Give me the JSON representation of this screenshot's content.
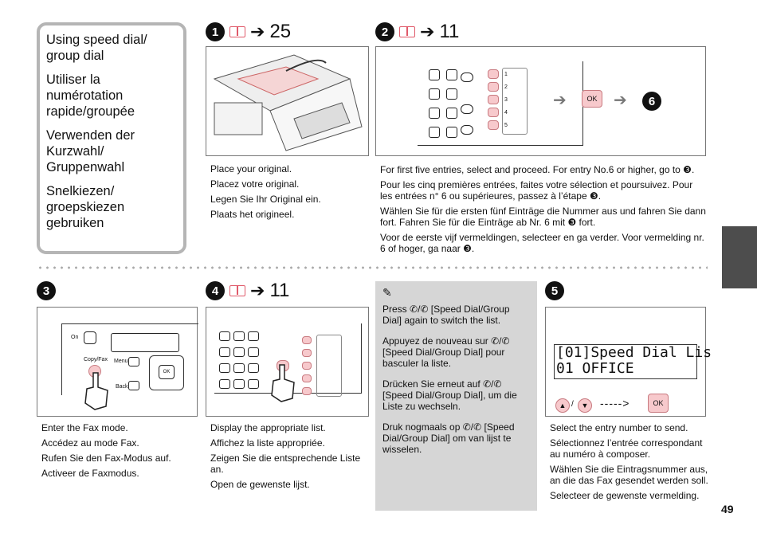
{
  "title": {
    "en": "Using speed dial/ group dial",
    "fr": "Utiliser la numérotation rapide/groupée",
    "de": "Verwenden der Kurzwahl/ Gruppenwahl",
    "nl": "Snelkiezen/ groepskiezen gebruiken"
  },
  "steps": {
    "s1": {
      "badge": "1",
      "page": "25",
      "texts": [
        "Place your original.",
        "Placez votre original.",
        "Legen Sie Ihr Original ein.",
        "Plaats het origineel."
      ]
    },
    "s2": {
      "badge": "2",
      "page": "11",
      "ok": "OK",
      "next_badge": "6",
      "slots": [
        "1",
        "2",
        "3",
        "4",
        "5"
      ],
      "texts": [
        "For first five entries, select and proceed. For entry No.6 or higher, go to ❸.",
        "Pour les cinq premières entrées, faites votre sélection et poursuivez. Pour les entrées n° 6 ou supérieures, passez à l’étape ❸.",
        "Wählen Sie für die ersten fünf Einträge die Nummer aus und fahren Sie dann fort. Fahren Sie für die Einträge ab Nr. 6 mit ❸ fort.",
        "Voor de eerste vijf vermeldingen, selecteer en ga verder. Voor vermelding nr. 6 of hoger, ga naar ❸."
      ]
    },
    "s3": {
      "badge": "3",
      "on": "On",
      "copyfax": "Copy/Fax",
      "menu": "Menu",
      "back": "Back",
      "ok": "OK",
      "texts": [
        "Enter the Fax mode.",
        "Accédez au mode Fax.",
        "Rufen Sie den Fax-Modus auf.",
        "Activeer de Faxmodus."
      ]
    },
    "s4": {
      "badge": "4",
      "page": "11",
      "texts": [
        "Display the appropriate list.",
        "Affichez la liste appropriée.",
        "Zeigen Sie die entsprechende Liste an.",
        "Open de gewenste lijst."
      ]
    },
    "s5": {
      "badge": "5",
      "lcd_line1": "[01]Speed Dial Lis",
      "lcd_line2": "01 OFFICE",
      "ok": "OK",
      "texts": [
        "Select the entry number to send.",
        "Sélectionnez l’entrée correspondant au numéro à composer.",
        "Wählen Sie die Eintragsnummer aus, an die das Fax gesendet werden soll.",
        "Selecteer de gewenste vermelding."
      ]
    }
  },
  "note": {
    "texts": [
      "Press ✆/✆ [Speed Dial/Group Dial] again to switch the list.",
      "Appuyez de nouveau sur ✆/✆ [Speed Dial/Group Dial] pour basculer la liste.",
      "Drücken Sie erneut auf ✆/✆ [Speed Dial/Group Dial], um die Liste zu wechseln.",
      "Druk nogmaals op ✆/✆ [Speed Dial/Group Dial] om van lijst te wisselen."
    ]
  },
  "page_number": "49",
  "colors": {
    "accent": "#e05a6a",
    "pink_button": "#f7c9cc",
    "note_bg": "#d6d6d6",
    "tab": "#4d4d4d"
  }
}
